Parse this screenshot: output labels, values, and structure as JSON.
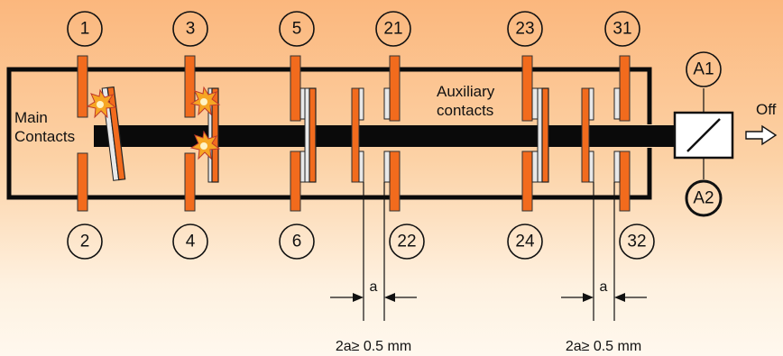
{
  "terminals_top": [
    "1",
    "3",
    "5",
    "21",
    "23",
    "31"
  ],
  "terminals_bottom": [
    "2",
    "4",
    "6",
    "22",
    "24",
    "32"
  ],
  "coil_terminals": [
    "A1",
    "A2"
  ],
  "labels": {
    "main_contacts_line1": "Main",
    "main_contacts_line2": "Contacts",
    "auxiliary_line1": "Auxiliary",
    "auxiliary_line2": "contacts",
    "off": "Off",
    "gap_symbol": "a",
    "gap_spec": "2a≥ 0.5 mm"
  },
  "colors": {
    "contact": "#f26b1d",
    "background_top": "#fbb77d",
    "background_bottom": "#fff8ee",
    "shaft": "#0a0a0a"
  }
}
